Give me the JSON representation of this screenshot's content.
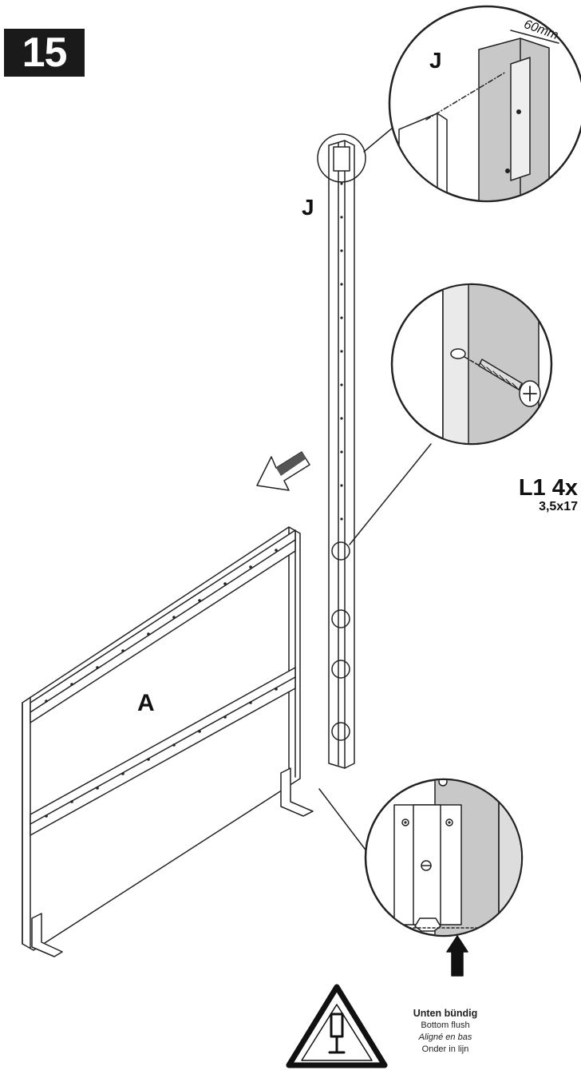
{
  "step": {
    "number": "15"
  },
  "labels": {
    "part_j_detail": "J",
    "part_j": "J",
    "part_a": "A",
    "dimension": "60mm"
  },
  "screw": {
    "code_qty": "L1 4x",
    "size": "3,5x17"
  },
  "notes": {
    "de": "Unten bündig",
    "en": "Bottom flush",
    "fr": "Aligné en bas",
    "nl": "Onder in lijn"
  },
  "icons": [
    "warning-triangle-icon",
    "direction-arrow-icon",
    "push-arrow-icon"
  ]
}
